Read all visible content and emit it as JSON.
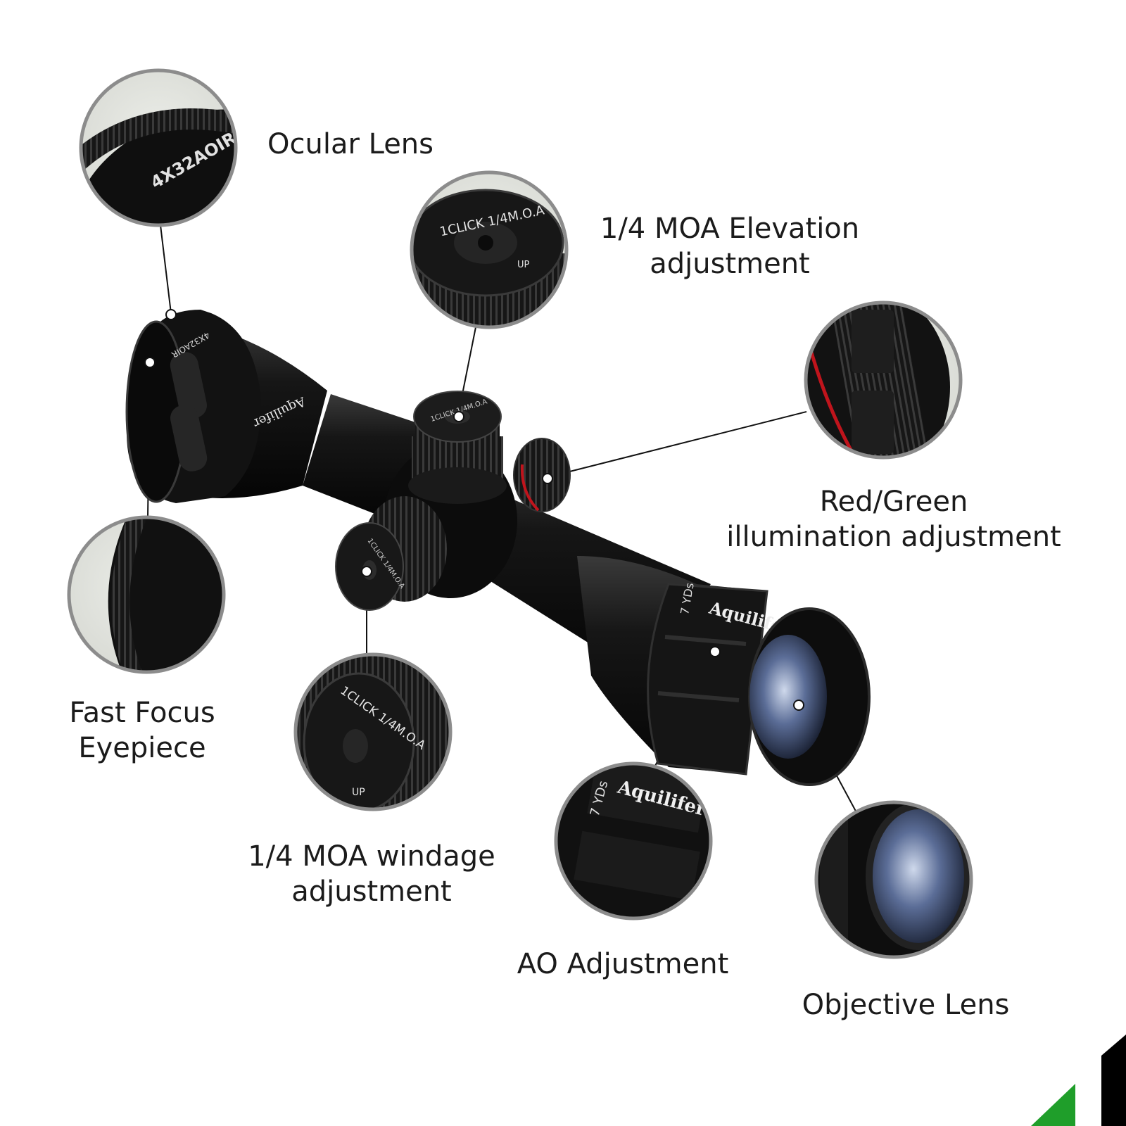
{
  "callouts": {
    "ocular_lens": {
      "lines": [
        "Ocular Lens"
      ]
    },
    "elevation": {
      "lines": [
        "1/4 MOA Elevation",
        "adjustment"
      ]
    },
    "illumination": {
      "lines": [
        "Red/Green",
        "illumination adjustment"
      ]
    },
    "fast_focus": {
      "lines": [
        "Fast Focus",
        "Eyepiece"
      ]
    },
    "windage": {
      "lines": [
        "1/4 MOA windage",
        "adjustment"
      ]
    },
    "ao": {
      "lines": [
        "AO Adjustment"
      ]
    },
    "objective_lens": {
      "lines": [
        "Objective Lens"
      ]
    }
  },
  "product_markings": {
    "brand": "Aquilifer",
    "model": "4X32AOIR",
    "turret_text": "1CLICK 1/4M.O.A",
    "turret_direction": "UP",
    "ao_text": "7 YDs"
  },
  "colors": {
    "background": "#ffffff",
    "scope_body": "#111111",
    "callout_ring": "#8c8c8c",
    "illumination_red": "#c0141c",
    "corner_green": "#1f9e2a"
  }
}
